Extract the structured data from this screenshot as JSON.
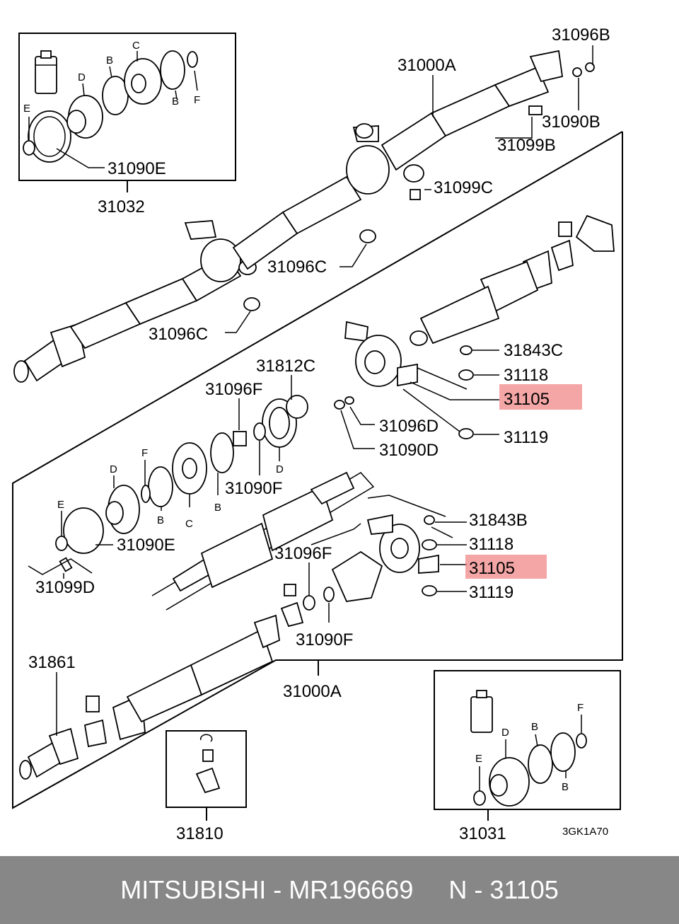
{
  "labels": {
    "l31096B": "31096B",
    "l31000A_top": "31000A",
    "l31090B": "31090B",
    "l31099B": "31099B",
    "l31099C": "31099C",
    "l31032": "31032",
    "l31090E_inset": "31090E",
    "l31096C_a": "31096C",
    "l31096C_b": "31096C",
    "l31843C": "31843C",
    "l31118_a": "31118",
    "l31105_a": "31105",
    "l31096D": "31096D",
    "l31090D": "31090D",
    "l31119_a": "31119",
    "l31812C": "31812C",
    "l31096F_a": "31096F",
    "l31090F_a": "31090F",
    "l31090E_mid": "31090E",
    "l31099D": "31099D",
    "l31843B": "31843B",
    "l31118_b": "31118",
    "l31105_b": "31105",
    "l31119_b": "31119",
    "l31096F_b": "31096F",
    "l31090F_b": "31090F",
    "l31861": "31861",
    "l31000A_bot": "31000A",
    "l31810": "31810",
    "l31031": "31031",
    "code": "3GK1A70",
    "inset_top": {
      "C": "C",
      "B1": "B",
      "D": "D",
      "B2": "B",
      "F": "F",
      "E": "E"
    },
    "mid": {
      "F": "F",
      "D1": "D",
      "D2": "D",
      "E": "E",
      "B1": "B",
      "C": "C",
      "B2": "B"
    },
    "inset_bot": {
      "D": "D",
      "B1": "B",
      "F": "F",
      "E": "E",
      "B2": "B"
    }
  },
  "highlight_color": "#f08080",
  "footer": {
    "text": "MITSUBISHI - MR196669     N - 31105",
    "background": "#878787",
    "color": "#ffffff"
  }
}
